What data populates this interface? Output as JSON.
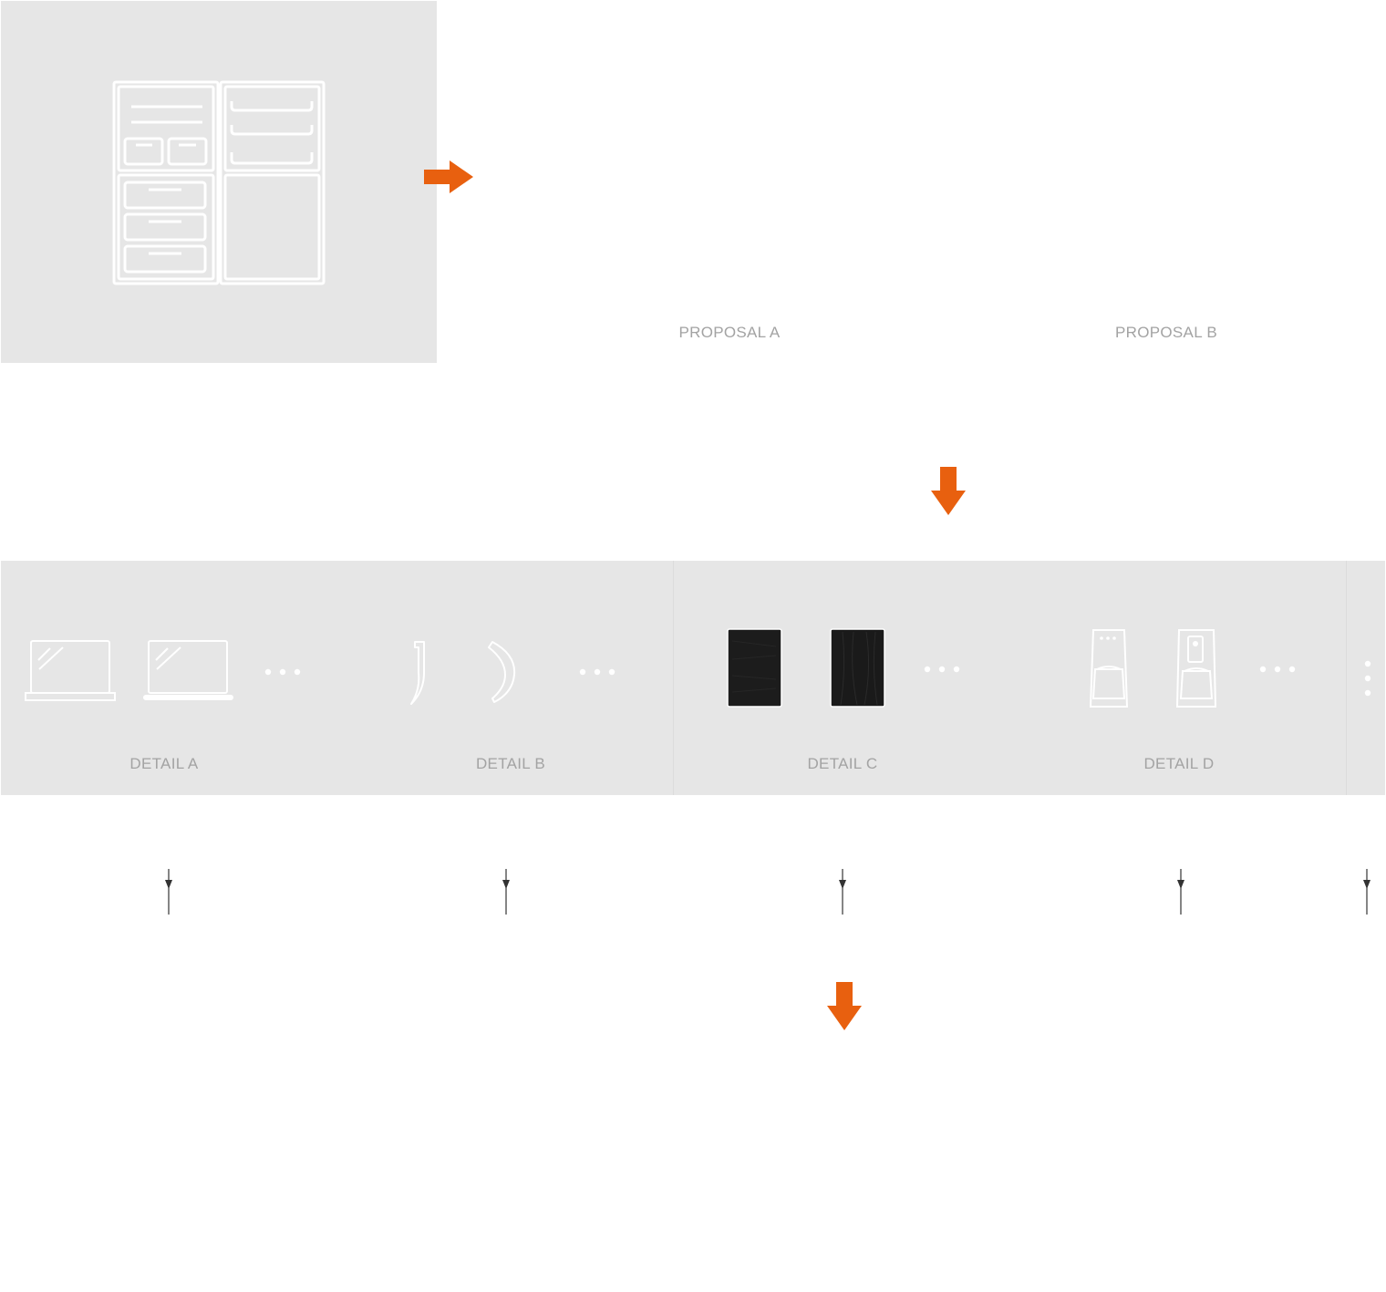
{
  "colors": {
    "accent": "#e8600f",
    "panel": "#e6e6e6",
    "label": "#a3a3a3",
    "connector": "#333333",
    "outline": "#ffffff"
  },
  "proposals": [
    {
      "label": "PROPOSAL A"
    },
    {
      "label": "PROPOSAL B"
    }
  ],
  "details": [
    {
      "label": "DETAIL A",
      "icons": [
        "laptop-open-icon",
        "laptop-thin-icon",
        "ellipsis-icon"
      ]
    },
    {
      "label": "DETAIL B",
      "icons": [
        "hook-profile-icon",
        "curved-profile-icon",
        "ellipsis-icon"
      ]
    },
    {
      "label": "DETAIL C",
      "icons": [
        "dark-panel-icon",
        "dark-wood-panel-icon",
        "ellipsis-icon"
      ]
    },
    {
      "label": "DETAIL D",
      "icons": [
        "dispenser-icon",
        "dispenser-display-icon",
        "ellipsis-icon"
      ]
    }
  ],
  "flow_arrows": [
    "arrow-right-icon",
    "arrow-down-icon",
    "arrow-down-icon"
  ],
  "connector_count": 5
}
